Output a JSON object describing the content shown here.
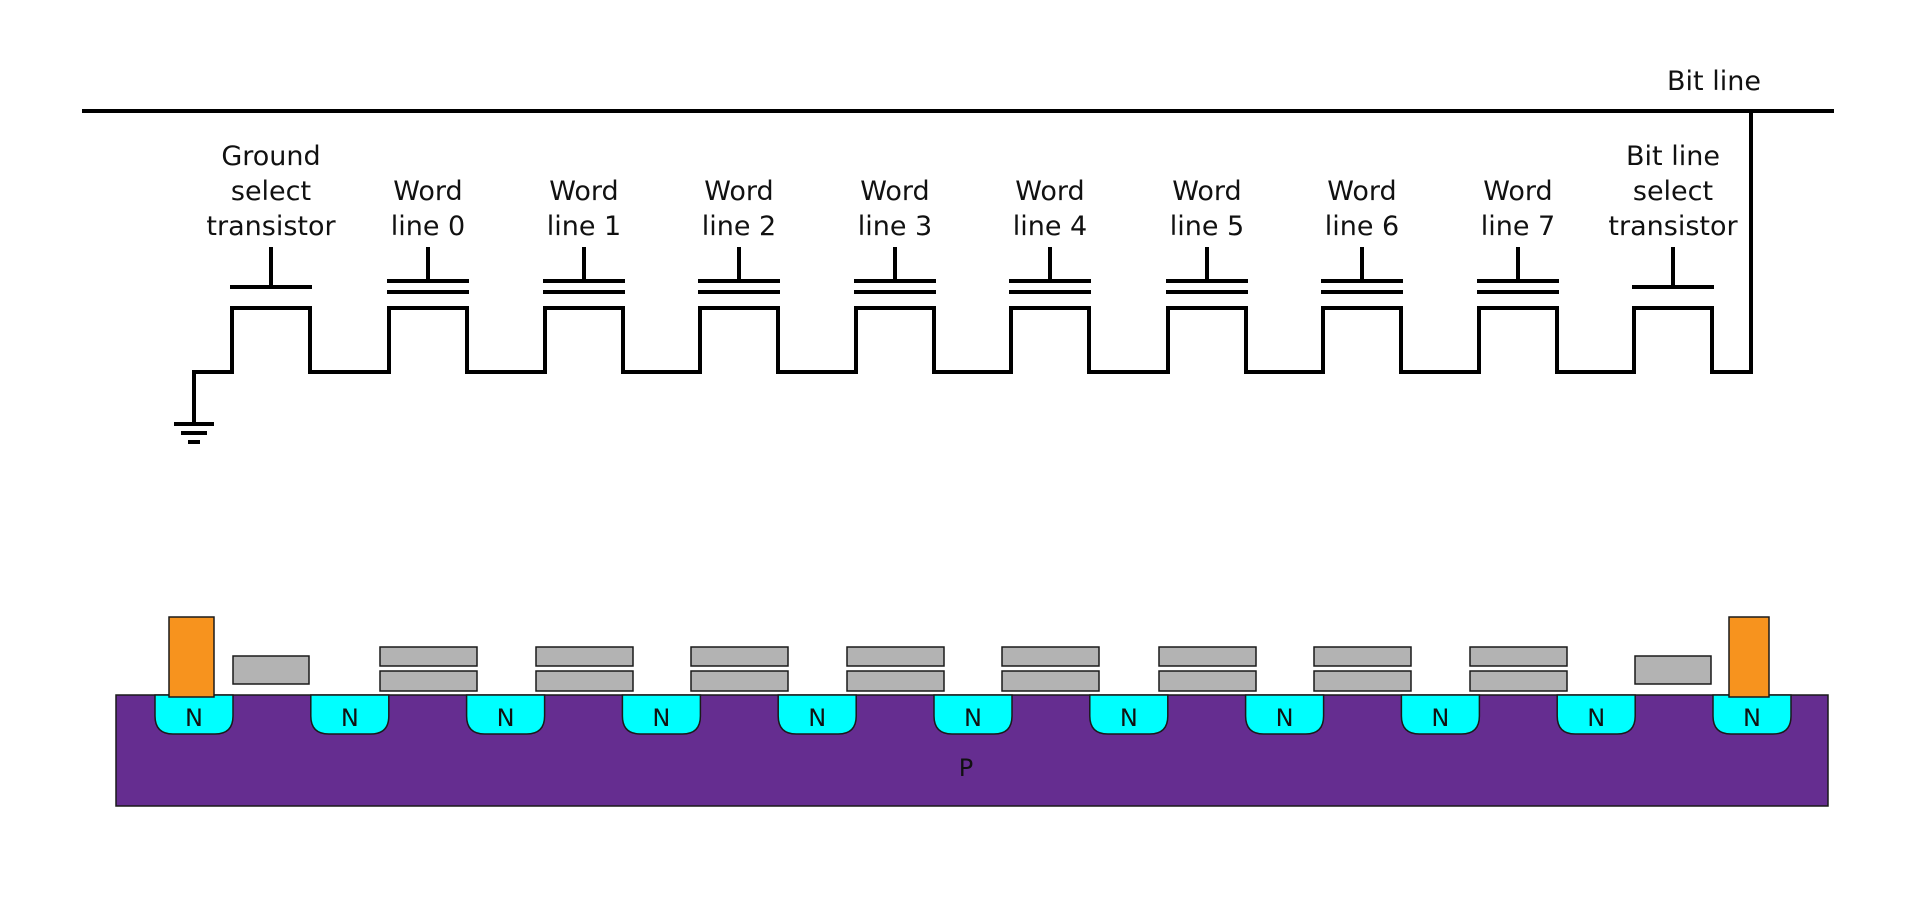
{
  "bit_line_label": "Bit line",
  "ground_select_label": [
    "Ground",
    "select",
    "transistor"
  ],
  "word_lines": [
    [
      "Word",
      "line 0"
    ],
    [
      "Word",
      "line 1"
    ],
    [
      "Word",
      "line 2"
    ],
    [
      "Word",
      "line 3"
    ],
    [
      "Word",
      "line 4"
    ],
    [
      "Word",
      "line 5"
    ],
    [
      "Word",
      "line 6"
    ],
    [
      "Word",
      "line 7"
    ]
  ],
  "bit_line_select_label": [
    "Bit line",
    "select",
    "transistor"
  ],
  "n_region_label": "N",
  "n_region_count": 11,
  "substrate_label": "P",
  "colors": {
    "substrate": "#652d90",
    "n_region": "#00ffff",
    "gate": "#b3b3b3",
    "contact": "#f7931e",
    "wire": "#000000"
  }
}
